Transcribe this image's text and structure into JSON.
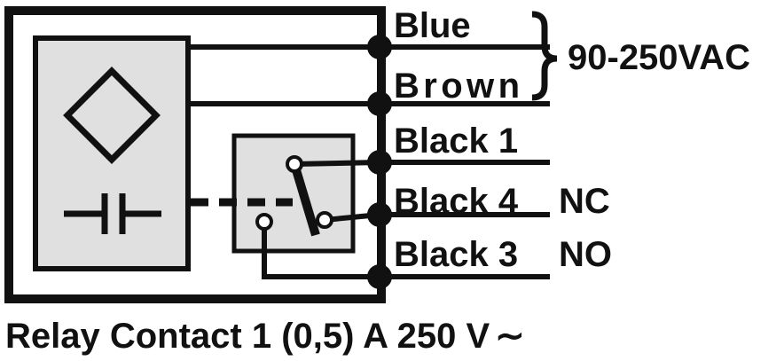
{
  "wires": [
    {
      "label": "Blue"
    },
    {
      "label": "Brown"
    },
    {
      "label": "Black 1"
    },
    {
      "label": "Black 4",
      "contact": "NC"
    },
    {
      "label": "Black 3",
      "contact": "NO"
    }
  ],
  "supply": {
    "label": "90-250VAC"
  },
  "caption": {
    "text": "Relay Contact 1 (0,5) A 250 V",
    "symbol": "∼"
  },
  "colors": {
    "ink": "#111111",
    "panel": "#e0e0e0",
    "background": "#ffffff"
  }
}
